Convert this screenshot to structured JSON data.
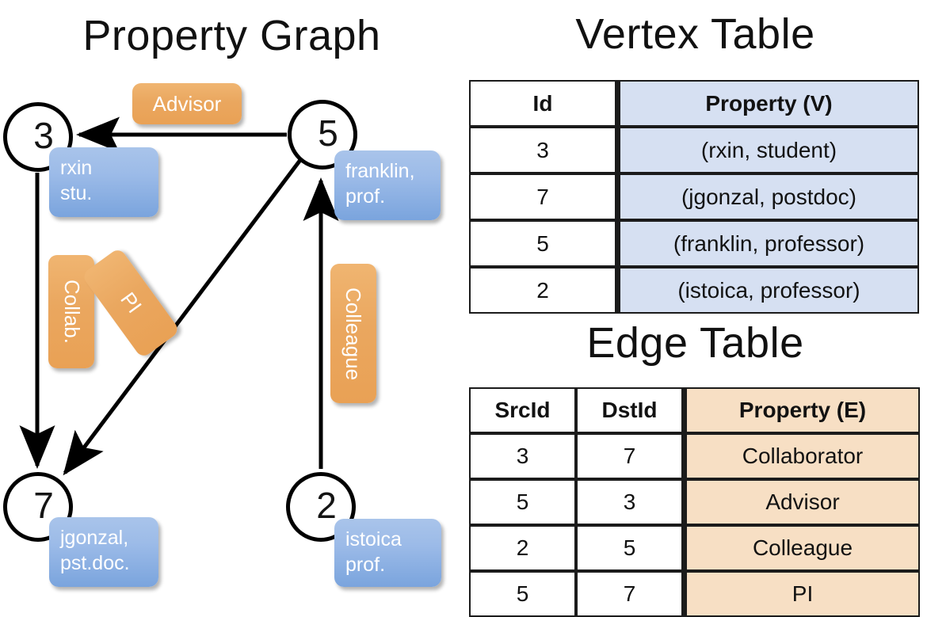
{
  "titles": {
    "property_graph": "Property Graph",
    "vertex_table": "Vertex Table",
    "edge_table": "Edge Table"
  },
  "graph": {
    "vertices": [
      {
        "id": "3",
        "property_label": "rxin\nstu.",
        "line1": "rxin",
        "line2": "stu."
      },
      {
        "id": "5",
        "property_label": "franklin, prof.",
        "line1": "franklin,",
        "line2": "prof."
      },
      {
        "id": "7",
        "property_label": "jgonzal, pst.doc.",
        "line1": "jgonzal,",
        "line2": "pst.doc."
      },
      {
        "id": "2",
        "property_label": "istoica prof.",
        "line1": "istoica",
        "line2": "prof."
      }
    ],
    "edge_labels": [
      {
        "name": "advisor",
        "text": "Advisor",
        "from": "5",
        "to": "3"
      },
      {
        "name": "collab",
        "text": "Collab.",
        "from": "3",
        "to": "7"
      },
      {
        "name": "pi",
        "text": "PI",
        "from": "5",
        "to": "7"
      },
      {
        "name": "colleague",
        "text": "Colleague",
        "from": "2",
        "to": "5"
      }
    ]
  },
  "vertex_table": {
    "headers": [
      "Id",
      "Property (V)"
    ],
    "rows": [
      {
        "id": "3",
        "property": "(rxin, student)"
      },
      {
        "id": "7",
        "property": "(jgonzal, postdoc)"
      },
      {
        "id": "5",
        "property": "(franklin, professor)"
      },
      {
        "id": "2",
        "property": "(istoica, professor)"
      }
    ]
  },
  "edge_table": {
    "headers": [
      "SrcId",
      "DstId",
      "Property (E)"
    ],
    "rows": [
      {
        "src": "3",
        "dst": "7",
        "property": "Collaborator"
      },
      {
        "src": "5",
        "dst": "3",
        "property": "Advisor"
      },
      {
        "src": "2",
        "dst": "5",
        "property": "Colleague"
      },
      {
        "src": "5",
        "dst": "7",
        "property": "PI"
      }
    ]
  },
  "colors": {
    "vertex_property_fill": "#9cbbe8",
    "edge_label_fill": "#eaa75f",
    "vertex_table_property_bg": "#d6e0f2",
    "edge_table_property_bg": "#f7dfc4",
    "stroke": "#000000",
    "background": "#ffffff"
  }
}
